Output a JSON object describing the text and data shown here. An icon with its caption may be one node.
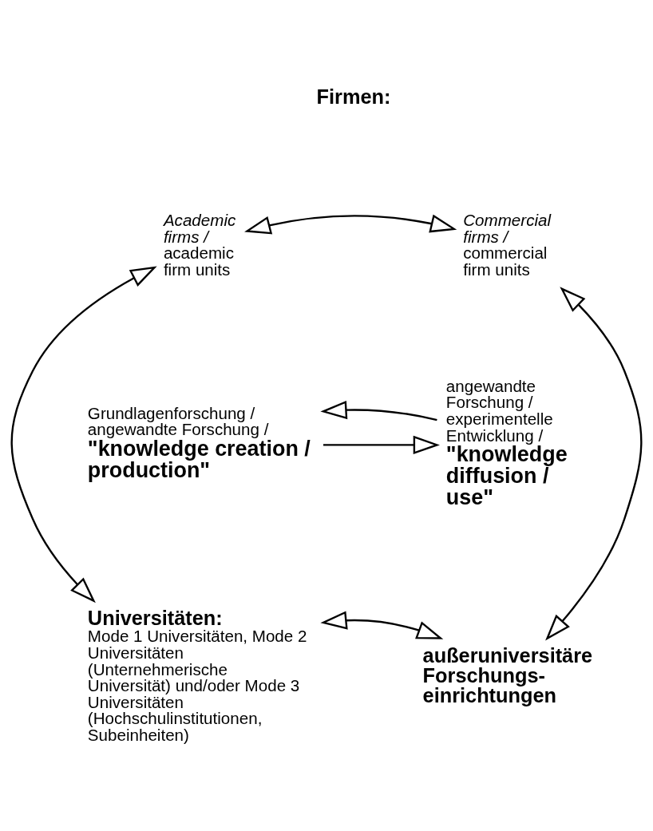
{
  "diagram": {
    "nodes": [
      {
        "text": [
          "Academic firms /",
          "academic firm units"
        ]
      },
      {
        "text": [
          "Commercial firms /",
          "commercial firm units"
        ]
      },
      {
        "text": [
          "Grundlagenforschung / angewandte Forschung /",
          "\"knowledge creation / production\""
        ]
      },
      {
        "text": [
          "angewandte Forschung / experimentelle Entwicklung /",
          "\"knowledge diffusion / use\""
        ]
      },
      {
        "text": [
          "Universitäten:",
          "Mode 1 Universitäten, Mode 2 Universitäten (Unternehmerische Universität) und/oder Mode 3 Universitäten (Hochschulinstitutionen, Subeinheiten)"
        ]
      },
      {
        "text": [
          "außeruniversitäre Forschungs- einrichtungen"
        ]
      }
    ],
    "edges": [
      {
        "from": 0,
        "to": 1,
        "arrow": "both"
      },
      {
        "from": 0,
        "to": 4,
        "arrow": "both"
      },
      {
        "from": 1,
        "to": 5,
        "arrow": "both"
      },
      {
        "from": 2,
        "to": 3,
        "arrow": "to"
      },
      {
        "from": 3,
        "to": 2,
        "arrow": "to"
      },
      {
        "from": 4,
        "to": 5,
        "arrow": "both"
      }
    ],
    "labels": [
      "Firmen:"
    ]
  }
}
